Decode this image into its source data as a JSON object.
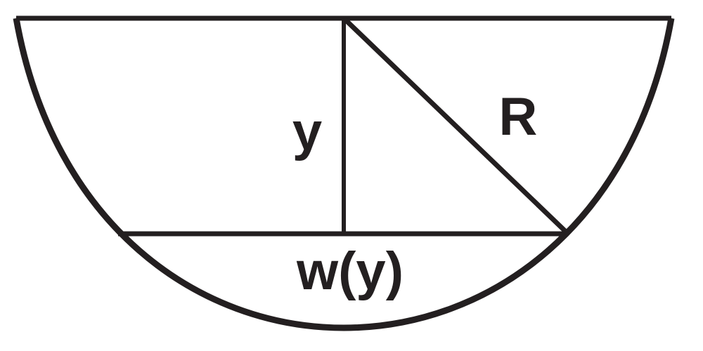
{
  "figure": {
    "description": "Semicircular cross-section diagram (flat side up) with depth, radius and chord-width annotations",
    "labels": {
      "depth": "y",
      "radius": "R",
      "width": "w(y)"
    },
    "colors": {
      "stroke": "#231f20",
      "text": "#231f20",
      "background": "#ffffff"
    },
    "stroke_widths": {
      "arc": "9",
      "diameter": "7",
      "depth": "6",
      "chord": "7",
      "radius": "7"
    }
  }
}
